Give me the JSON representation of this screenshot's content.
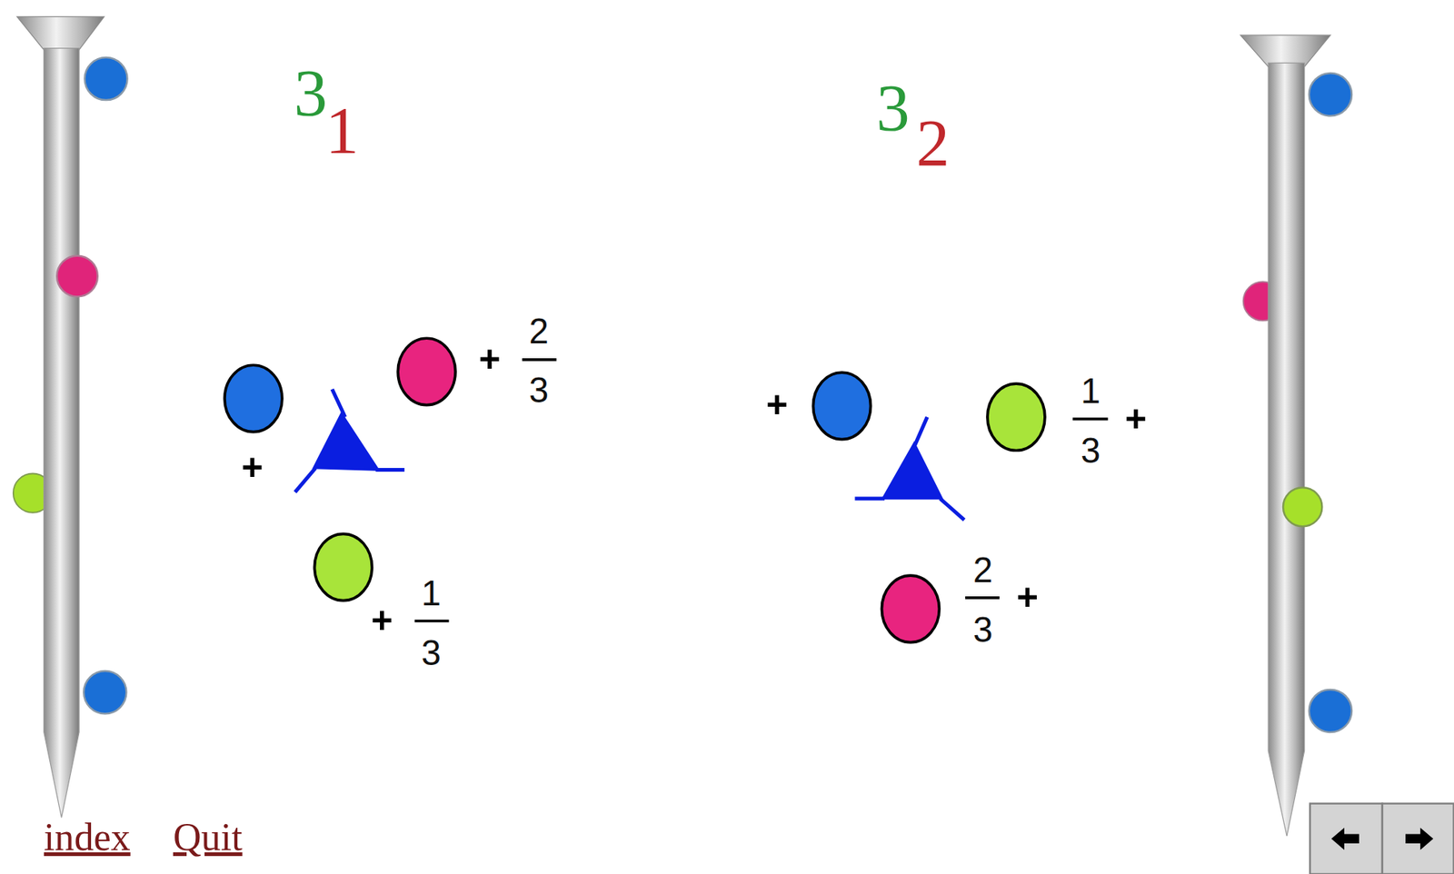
{
  "diagram": {
    "labels": [
      "3",
      "1",
      "3",
      "2",
      "+",
      "+",
      "2",
      "3",
      "+",
      "1",
      "3",
      "+",
      "1",
      "3",
      "+",
      "2",
      "3",
      "+",
      "index",
      "Quit"
    ]
  }
}
